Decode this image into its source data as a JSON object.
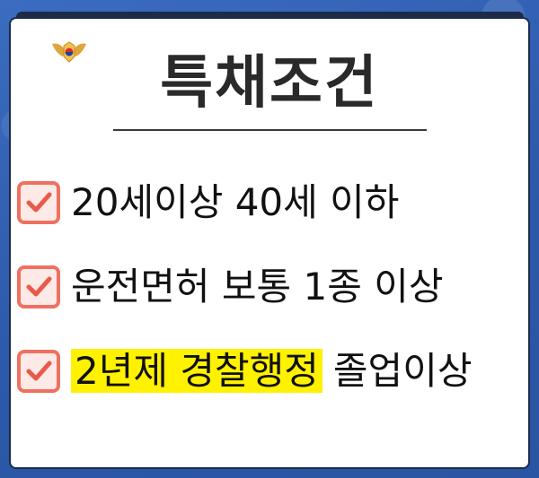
{
  "title": "특채조건",
  "colors": {
    "background": "#2f5fb0",
    "card": "#ffffff",
    "checkbox_border": "#f07060",
    "highlight": "#fff200"
  },
  "items": [
    {
      "text": "20세이상 40세 이하"
    },
    {
      "text": "운전면허 보통 1종 이상"
    },
    {
      "highlighted": "2년제 경찰행정",
      "rest": "졸업이상"
    }
  ],
  "icons": {
    "emblem": "police-emblem-icon",
    "check": "check-icon"
  }
}
